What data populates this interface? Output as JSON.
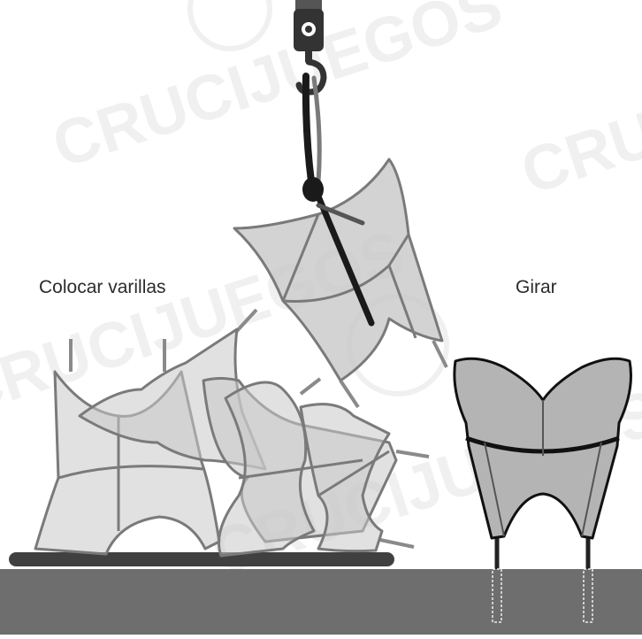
{
  "labels": {
    "left": "Colocar varillas",
    "right": "Girar"
  },
  "watermark": {
    "text": "CRUCIJUEGOS",
    "registered": "®"
  },
  "colors": {
    "ground": "#6e6e6e",
    "base_bar": "#404040",
    "frame_fill": "#c8c8c8",
    "frame_stroke": "#7a7a7a",
    "chair_fill": "#b4b4b4",
    "chair_stroke": "#111111",
    "strap": "#1a1a1a",
    "hook": "#333333"
  },
  "icons": [
    "crane-hook-icon",
    "strap-icon"
  ]
}
